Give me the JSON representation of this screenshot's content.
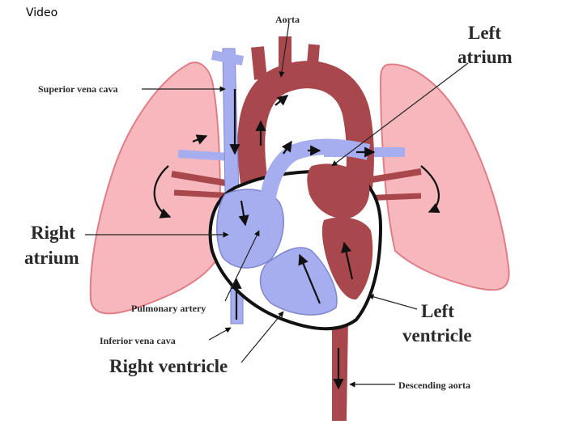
{
  "header": {
    "corner_label": "Video"
  },
  "labels": {
    "aorta": "Aorta",
    "left_atrium_line1": "Left",
    "left_atrium_line2": "atrium",
    "superior_vena_cava": "Superior vena cava",
    "right_atrium_line1": "Right",
    "right_atrium_line2": "atrium",
    "pulmonary_artery": "Pulmonary artery",
    "inferior_vena_cava": "Inferior vena cava",
    "right_ventricle": "Right ventricle",
    "left_ventricle_line1": "Left",
    "left_ventricle_line2": "ventricle",
    "descending_aorta": "Descending aorta"
  },
  "colors": {
    "lung_fill": "#f6b8bc",
    "lung_edge": "#e07e88",
    "oxygenated_blood": "#a8474c",
    "deoxygenated_blood": "#a7aef0",
    "heart_outline": "#111111"
  }
}
